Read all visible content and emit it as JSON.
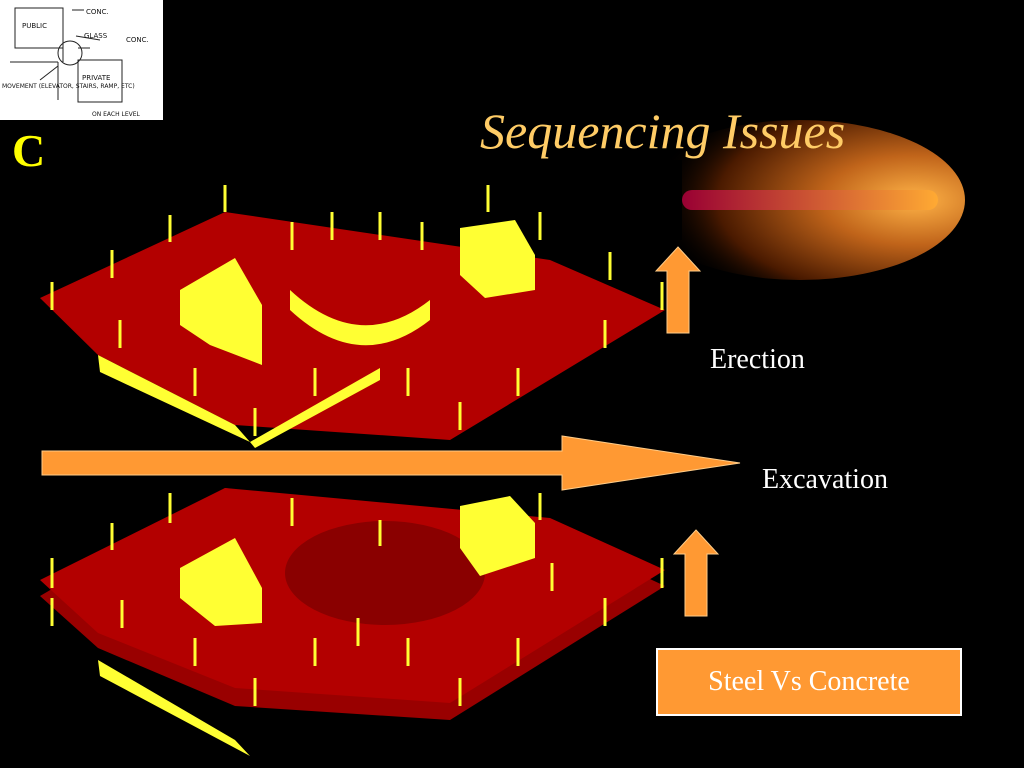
{
  "title": "Sequencing Issues",
  "section_letter": "C",
  "sketch": {
    "labels": [
      "PUBLIC",
      "CONC.",
      "GLASS",
      "CONC.",
      "PRIVATE",
      "MOVEMENT (ELEVATOR, STAIRS, RAMP, ETC)",
      "ON EACH LEVEL"
    ]
  },
  "labels": {
    "erection": "Erection",
    "excavation": "Excavation",
    "steel_vs_concrete": "Steel Vs Concrete"
  },
  "colors": {
    "background": "#000000",
    "title": "#ffcc66",
    "section_letter": "#ffff00",
    "arrow": "#ff9933",
    "slab": "#cc0000",
    "walls": "#ffff33",
    "label_text": "#ffffff"
  },
  "icons": {
    "erection_arrow": "up-arrow-icon",
    "excavation_arrow": "right-arrow-icon",
    "steel_arrow": "up-arrow-icon"
  }
}
